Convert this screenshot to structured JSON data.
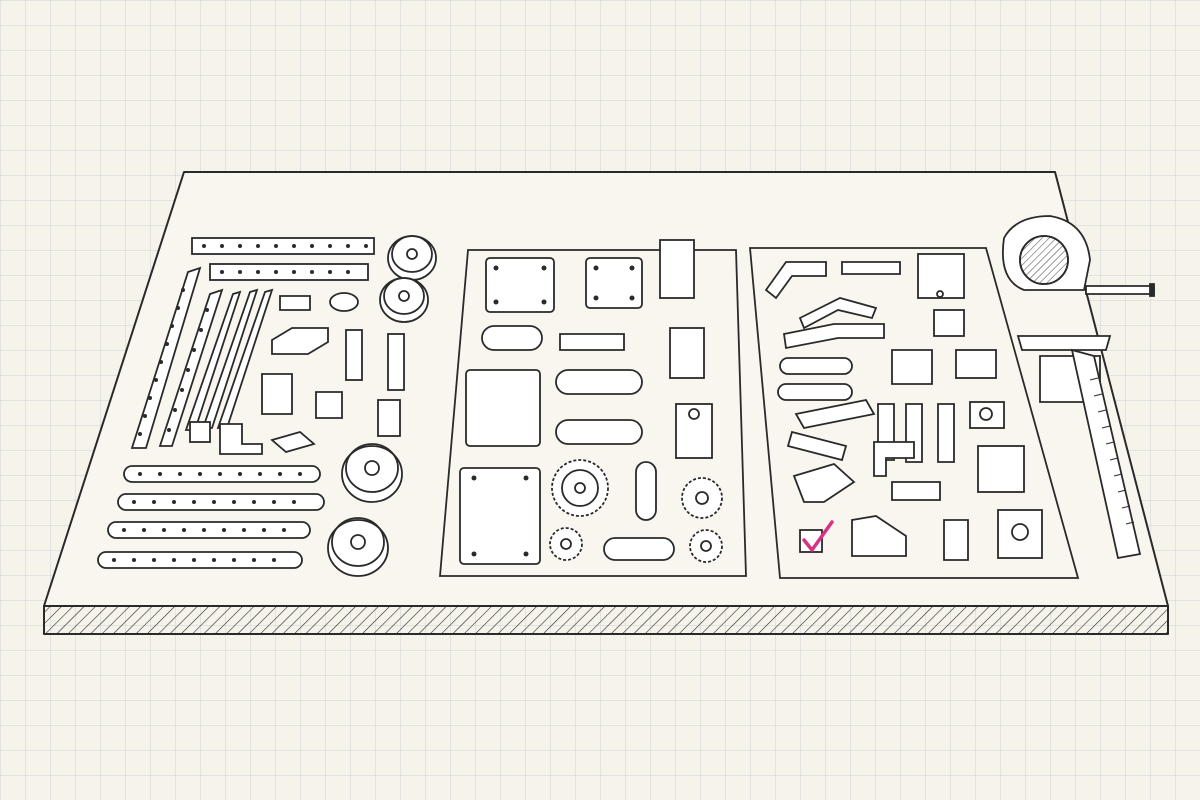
{
  "scene": {
    "background_color": "#f6f3ea",
    "grid_color": "#cdd3d6",
    "ink_color": "#2a2a2a",
    "accent_color": "#d63384"
  },
  "board": {
    "panels": [
      {
        "id": "left",
        "contents": [
          "rails",
          "beams",
          "flat-strips",
          "brackets",
          "wheels"
        ]
      },
      {
        "id": "middle",
        "contents": [
          "mounting-plates",
          "links",
          "servos",
          "gears"
        ]
      },
      {
        "id": "right",
        "contents": [
          "arm-links",
          "l-brackets",
          "clamps",
          "blocks"
        ]
      }
    ],
    "checkbox": {
      "checked": true,
      "icon": "check-icon"
    }
  },
  "tools": [
    {
      "icon": "tape-measure-icon"
    },
    {
      "icon": "caliper-icon"
    }
  ]
}
